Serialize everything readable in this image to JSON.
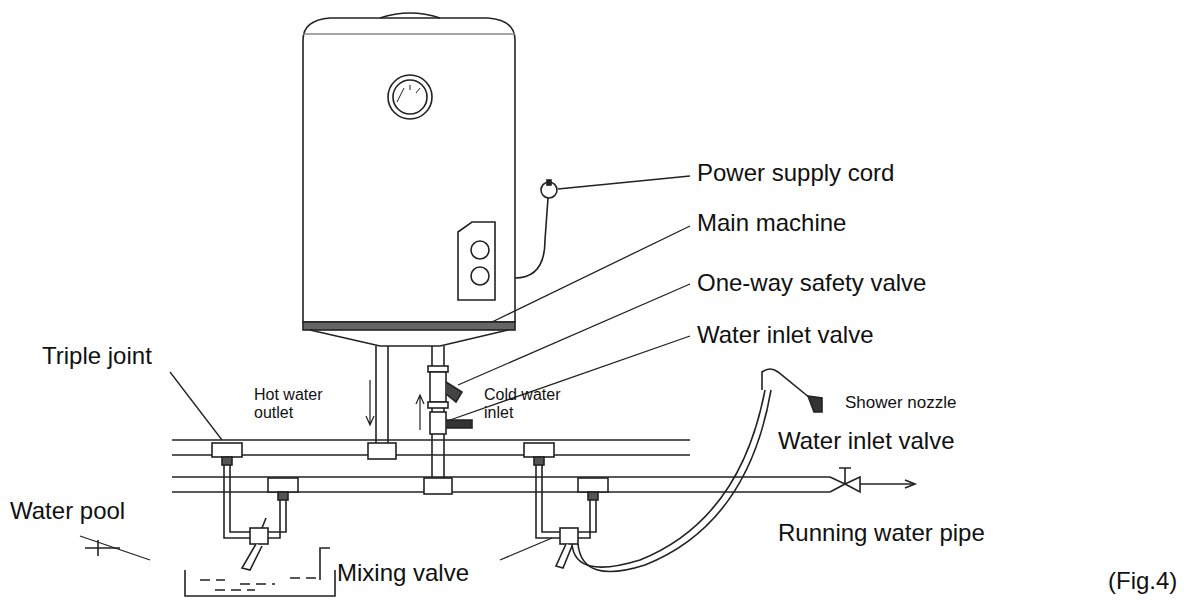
{
  "diagram": {
    "caption": "(Fig.4)",
    "labels": [
      "Power supply cord",
      "Main machine",
      "One-way safety valve",
      "Water inlet valve",
      "Triple joint",
      "Hot water outlet",
      "Cold water inlet",
      "Shower nozzle",
      "Water inlet valve",
      "Water pool",
      "Running water pipe",
      "Mixing valve"
    ]
  }
}
